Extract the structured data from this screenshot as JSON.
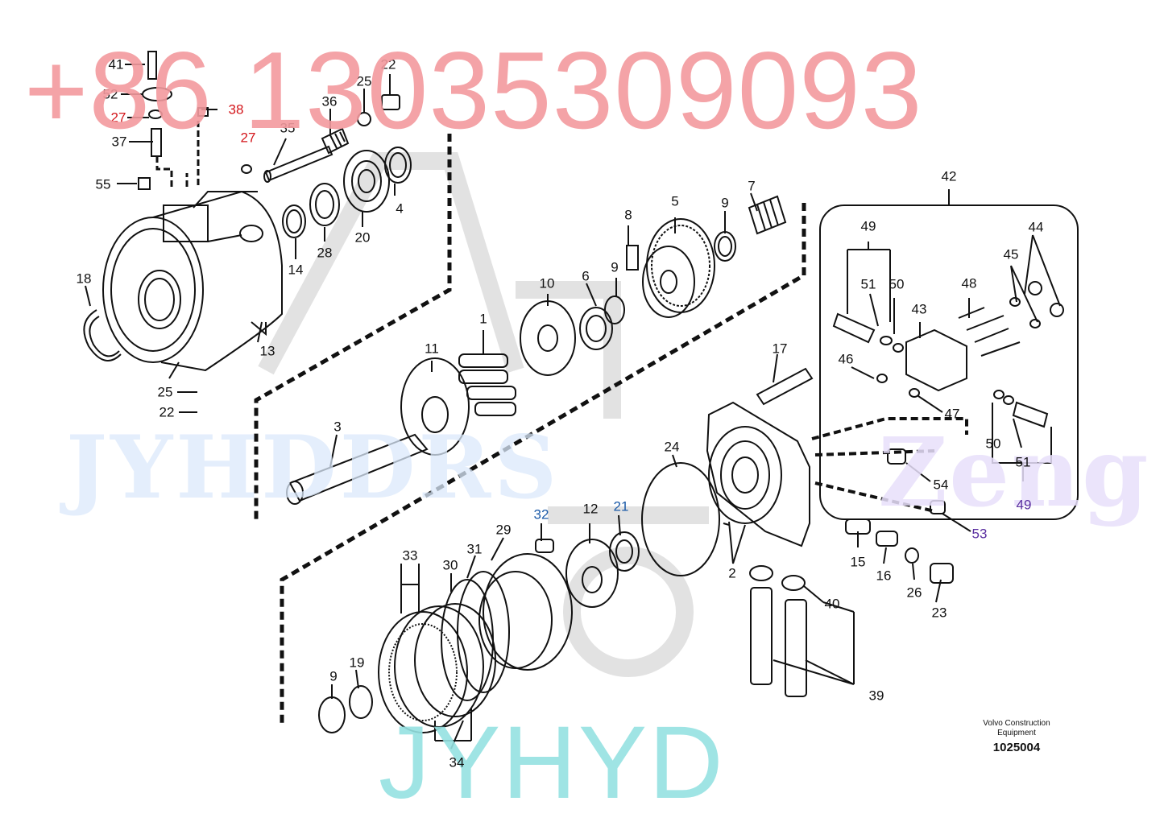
{
  "watermarks": {
    "phone": "+86 13035309093",
    "jyhd_top": "JYHDDRS",
    "zeng": "Zeng",
    "jyhd_bottom": "JYHYD"
  },
  "brand": {
    "line1": "Volvo Construction",
    "line2": "Equipment",
    "doc_id": "1025004"
  },
  "colors": {
    "phone_watermark": "#f39a9e",
    "bottom_watermark": "#95e2e2",
    "red_label": "#d3151a",
    "blue_label": "#1b5aa8",
    "purple_label": "#5a2fa0"
  },
  "callouts": [
    {
      "id": "c41",
      "text": "41",
      "tone": "black"
    },
    {
      "id": "c52",
      "text": "52",
      "tone": "black"
    },
    {
      "id": "c27a",
      "text": "27",
      "tone": "red"
    },
    {
      "id": "c37",
      "text": "37",
      "tone": "black"
    },
    {
      "id": "c38",
      "text": "38",
      "tone": "red"
    },
    {
      "id": "c27b",
      "text": "27",
      "tone": "red"
    },
    {
      "id": "c35",
      "text": "35",
      "tone": "black"
    },
    {
      "id": "c36",
      "text": "36",
      "tone": "black"
    },
    {
      "id": "c25a",
      "text": "25",
      "tone": "black"
    },
    {
      "id": "c22a",
      "text": "22",
      "tone": "black"
    },
    {
      "id": "c55",
      "text": "55",
      "tone": "black"
    },
    {
      "id": "c4",
      "text": "4",
      "tone": "black"
    },
    {
      "id": "c20",
      "text": "20",
      "tone": "black"
    },
    {
      "id": "c28",
      "text": "28",
      "tone": "black"
    },
    {
      "id": "c14",
      "text": "14",
      "tone": "black"
    },
    {
      "id": "c18",
      "text": "18",
      "tone": "black"
    },
    {
      "id": "c13",
      "text": "13",
      "tone": "black"
    },
    {
      "id": "c25b",
      "text": "25",
      "tone": "black"
    },
    {
      "id": "c22b",
      "text": "22",
      "tone": "black"
    },
    {
      "id": "c8",
      "text": "8",
      "tone": "black"
    },
    {
      "id": "c5",
      "text": "5",
      "tone": "black"
    },
    {
      "id": "c9a",
      "text": "9",
      "tone": "black"
    },
    {
      "id": "c7",
      "text": "7",
      "tone": "black"
    },
    {
      "id": "c9b",
      "text": "9",
      "tone": "black"
    },
    {
      "id": "c10",
      "text": "10",
      "tone": "black"
    },
    {
      "id": "c6",
      "text": "6",
      "tone": "black"
    },
    {
      "id": "c1",
      "text": "1",
      "tone": "black"
    },
    {
      "id": "c11",
      "text": "11",
      "tone": "black"
    },
    {
      "id": "c3",
      "text": "3",
      "tone": "black"
    },
    {
      "id": "c42",
      "text": "42",
      "tone": "black"
    },
    {
      "id": "c49a",
      "text": "49",
      "tone": "black"
    },
    {
      "id": "c44",
      "text": "44",
      "tone": "black"
    },
    {
      "id": "c45",
      "text": "45",
      "tone": "black"
    },
    {
      "id": "c51a",
      "text": "51",
      "tone": "black"
    },
    {
      "id": "c50a",
      "text": "50",
      "tone": "black"
    },
    {
      "id": "c48",
      "text": "48",
      "tone": "black"
    },
    {
      "id": "c43",
      "text": "43",
      "tone": "black"
    },
    {
      "id": "c46",
      "text": "46",
      "tone": "black"
    },
    {
      "id": "c47",
      "text": "47",
      "tone": "black"
    },
    {
      "id": "c17",
      "text": "17",
      "tone": "black"
    },
    {
      "id": "c50b",
      "text": "50",
      "tone": "black"
    },
    {
      "id": "c51b",
      "text": "51",
      "tone": "black"
    },
    {
      "id": "c49b",
      "text": "49",
      "tone": "purple"
    },
    {
      "id": "c54",
      "text": "54",
      "tone": "black"
    },
    {
      "id": "c53",
      "text": "53",
      "tone": "purple"
    },
    {
      "id": "c24",
      "text": "24",
      "tone": "black"
    },
    {
      "id": "c21",
      "text": "21",
      "tone": "blue"
    },
    {
      "id": "c12",
      "text": "12",
      "tone": "black"
    },
    {
      "id": "c32",
      "text": "32",
      "tone": "blue"
    },
    {
      "id": "c29",
      "text": "29",
      "tone": "black"
    },
    {
      "id": "c31",
      "text": "31",
      "tone": "black"
    },
    {
      "id": "c30",
      "text": "30",
      "tone": "black"
    },
    {
      "id": "c33",
      "text": "33",
      "tone": "black"
    },
    {
      "id": "c2",
      "text": "2",
      "tone": "black"
    },
    {
      "id": "c15",
      "text": "15",
      "tone": "black"
    },
    {
      "id": "c16",
      "text": "16",
      "tone": "black"
    },
    {
      "id": "c26",
      "text": "26",
      "tone": "black"
    },
    {
      "id": "c23",
      "text": "23",
      "tone": "black"
    },
    {
      "id": "c40",
      "text": "40",
      "tone": "black"
    },
    {
      "id": "c39",
      "text": "39",
      "tone": "black"
    },
    {
      "id": "c9c",
      "text": "9",
      "tone": "black"
    },
    {
      "id": "c19",
      "text": "19",
      "tone": "black"
    },
    {
      "id": "c34",
      "text": "34",
      "tone": "black"
    }
  ]
}
